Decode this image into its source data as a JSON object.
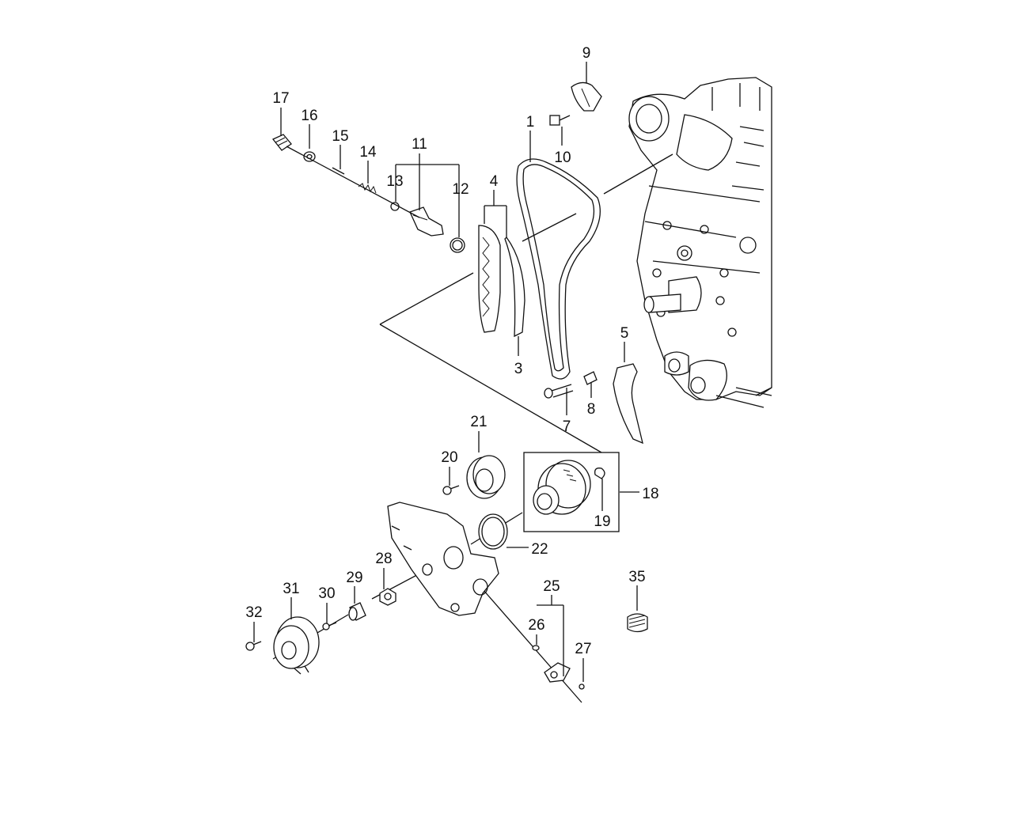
{
  "diagram": {
    "callouts": {
      "c1": "1",
      "c3": "3",
      "c4": "4",
      "c5": "5",
      "c7": "7",
      "c8": "8",
      "c9": "9",
      "c10": "10",
      "c11": "11",
      "c12": "12",
      "c13": "13",
      "c14": "14",
      "c15": "15",
      "c16": "16",
      "c17": "17",
      "c18": "18",
      "c19": "19",
      "c20": "20",
      "c21": "21",
      "c22": "22",
      "c25": "25",
      "c26": "26",
      "c27": "27",
      "c28": "28",
      "c29": "29",
      "c30": "30",
      "c31": "31",
      "c32": "32",
      "c35": "35"
    }
  }
}
